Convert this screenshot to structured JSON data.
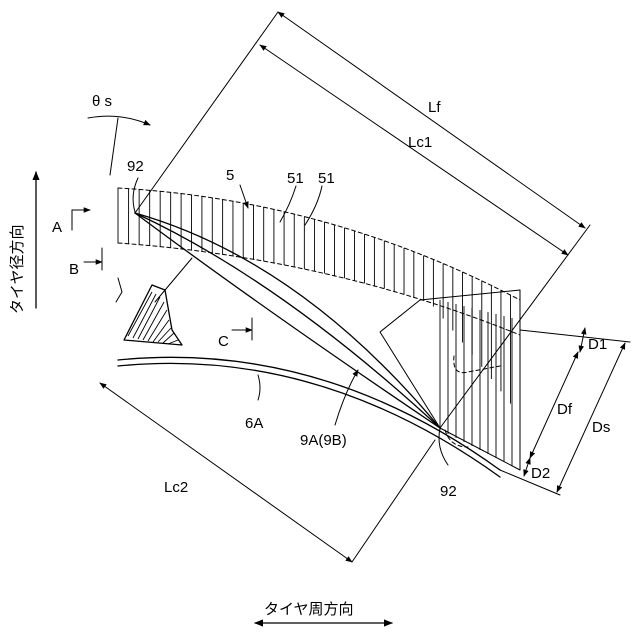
{
  "labels": {
    "theta_s": "θ s",
    "top_92": "92",
    "bottom_92": "92",
    "five": "5",
    "fifty_one_a": "51",
    "fifty_one_b": "51",
    "lf": "Lf",
    "lc1": "Lc1",
    "lc2": "Lc2",
    "a": "A",
    "b": "B",
    "c": "C",
    "d1": "D1",
    "d2": "D2",
    "df": "Df",
    "ds": "Ds",
    "six_a": "6A",
    "nine_a": "9A(9B)"
  },
  "axes": {
    "radial": "タイヤ径方向",
    "circumferential": "タイヤ周方向"
  }
}
